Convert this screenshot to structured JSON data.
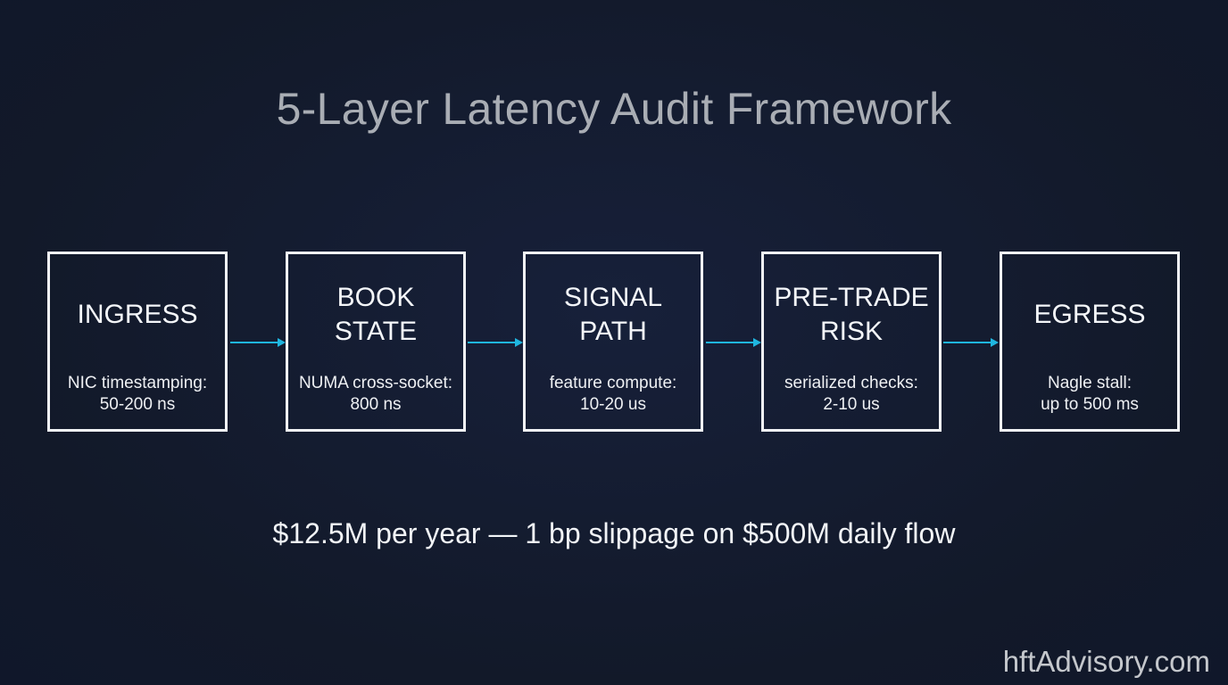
{
  "title": "5-Layer Latency Audit Framework",
  "accent_color": "#1fb6e0",
  "layers": [
    {
      "name": "INGRESS",
      "detail": "NIC timestamping:\n50-200 ns"
    },
    {
      "name": "BOOK\nSTATE",
      "detail": "NUMA cross-socket:\n800 ns"
    },
    {
      "name": "SIGNAL\nPATH",
      "detail": "feature compute:\n10-20 us"
    },
    {
      "name": "PRE-TRADE\nRISK",
      "detail": "serialized checks:\n2-10 us"
    },
    {
      "name": "EGRESS",
      "detail": "Nagle stall:\nup to 500 ms"
    }
  ],
  "summary": "$12.5M per year — 1 bp slippage on $500M daily flow",
  "watermark": "hftAdvisory.com"
}
